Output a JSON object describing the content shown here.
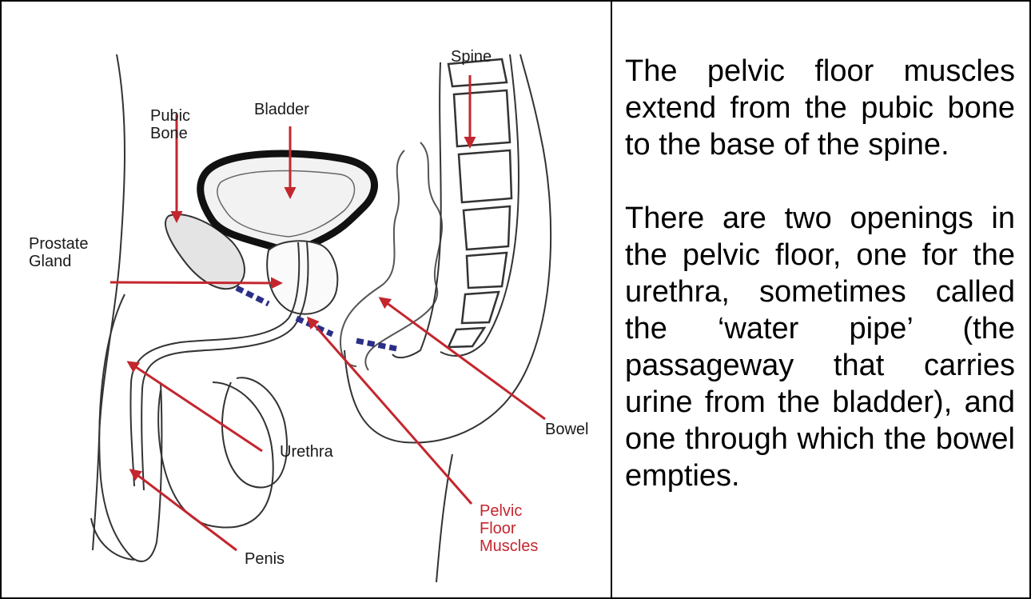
{
  "diagram": {
    "labels": {
      "spine": "Spine",
      "pubic_bone": "Pubic\nBone",
      "bladder": "Bladder",
      "prostate_gland": "Prostate\nGland",
      "bowel": "Bowel",
      "urethra": "Urethra",
      "pelvic_floor_muscles": "Pelvic\nFloor\nMuscles",
      "penis": "Penis"
    },
    "colors": {
      "arrow": "#c4262e",
      "muscle": "#2b2f86",
      "outline": "#333333",
      "highlight_label": "#c4262e"
    }
  },
  "text": {
    "paragraph_1": "The pelvic floor muscles extend from the pubic bone to the base of the spine.",
    "paragraph_2": "There are two openings in the pelvic floor, one for the urethra, sometimes called the ‘water pipe’ (the passageway that carries urine from the bladder), and one through which the bowel empties."
  }
}
